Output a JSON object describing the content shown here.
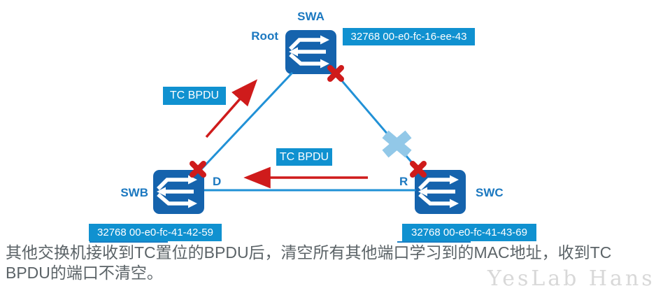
{
  "diagram": {
    "swa": {
      "name": "SWA",
      "role": "Root",
      "mac": "32768 00-e0-fc-16-ee-43"
    },
    "swb": {
      "name": "SWB",
      "port": "D",
      "mac": "32768 00-e0-fc-41-42-59"
    },
    "swc": {
      "name": "SWC",
      "port": "R",
      "mac": "32768 00-e0-fc-41-43-69"
    },
    "tc_bpdu_left": "TC BPDU",
    "tc_bpdu_middle": "TC BPDU"
  },
  "caption": {
    "line1": "其他交换机接收到TC置位的BPDU后，清空所有其他端口学习到的MAC地址，收到TC",
    "line2": "BPDU的端口不清空。"
  },
  "watermark": "YesLab Hans",
  "colors": {
    "switch_body": "#1563ad",
    "link_blue": "#2191d6",
    "label_box_blue": "#1091d0",
    "label_text_blue": "#1b78c0",
    "alert_red": "#cf1b1b",
    "blocked_x_lightblue": "#92c8e8",
    "caption_gray": "#5b6367"
  }
}
